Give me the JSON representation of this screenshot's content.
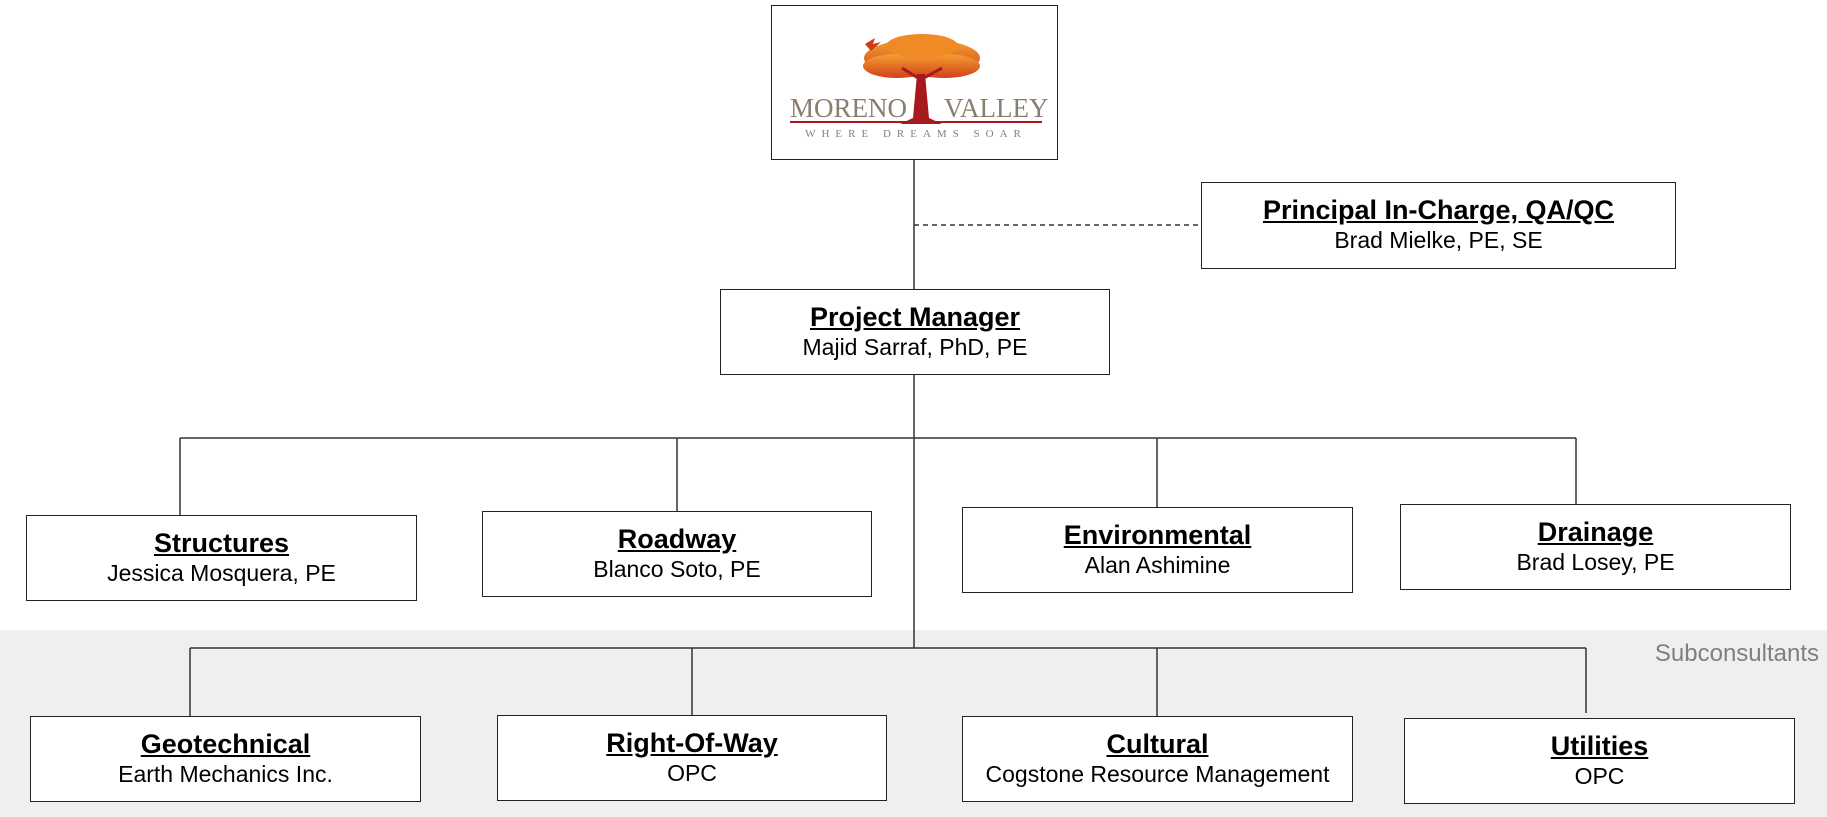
{
  "logo": {
    "name_left": "MORENO",
    "name_right": "VALLEY",
    "tagline": "WHERE DREAMS SOAR",
    "colors": {
      "tree_top": "#f08a20",
      "tree_bottom": "#c8301a",
      "trunk": "#a8191d",
      "text": "#8a7e70"
    }
  },
  "qa": {
    "title": "Principal In-Charge, QA/QC",
    "name": "Brad Mielke, PE, SE"
  },
  "pm": {
    "title": "Project Manager",
    "name": "Majid Sarraf, PhD, PE"
  },
  "leads": [
    {
      "title": "Structures",
      "name": "Jessica Mosquera, PE"
    },
    {
      "title": "Roadway",
      "name": "Blanco Soto, PE"
    },
    {
      "title": "Environmental",
      "name": "Alan Ashimine"
    },
    {
      "title": "Drainage",
      "name": "Brad Losey, PE"
    }
  ],
  "subconsultants_label": "Subconsultants",
  "subs": [
    {
      "title": "Geotechnical",
      "name": "Earth Mechanics Inc."
    },
    {
      "title": "Right-Of-Way",
      "name": "OPC"
    },
    {
      "title": "Cultural",
      "name": "Cogstone Resource Management"
    },
    {
      "title": "Utilities",
      "name": "OPC"
    }
  ],
  "colors": {
    "line": "#333333",
    "band": "#efefef",
    "subconsultants_text": "#7f7f7f"
  }
}
